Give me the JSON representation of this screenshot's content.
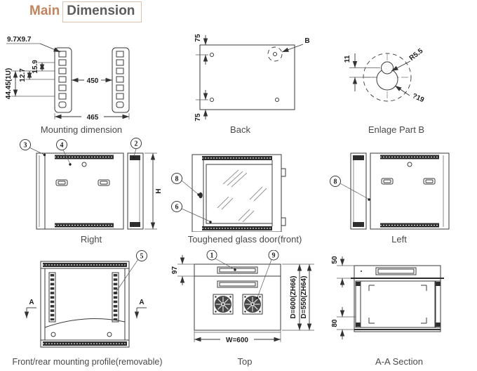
{
  "header": {
    "title_accent": "Main",
    "title_boxed": "Dimension"
  },
  "colors": {
    "accent_tan": "#c0845f",
    "title_gray": "#5c5c5c",
    "line": "#3a3a3a"
  },
  "icons": {
    "fan": "fan-icon",
    "lock": "lock-icon",
    "keyhole": "keyhole-icon"
  },
  "panels": {
    "mounting": {
      "caption": "Mounting dimension",
      "note_hole": "9.7X9.7",
      "dim_unit_height": "44.45(1U)",
      "dim_pitch_a": "12.7",
      "dim_pitch_b": "15.9",
      "dim_inner_width": "450",
      "dim_outer_width": "465"
    },
    "back": {
      "caption": "Back",
      "dim_top": "75",
      "dim_bottom": "75",
      "detail_label": "B"
    },
    "enlarge": {
      "caption": "Enlage Part B",
      "dim_offset": "11",
      "dim_radius": "R5.5",
      "dim_diameter": "?19"
    },
    "right": {
      "caption": "Right",
      "callout_3": "3",
      "callout_4": "4",
      "callout_2": "2",
      "dim_height": "H"
    },
    "glass_door": {
      "caption": "Toughened glass door(front)",
      "callout_8": "8",
      "callout_6": "6"
    },
    "left": {
      "caption": "Left",
      "callout_8": "8"
    },
    "profile": {
      "caption": "Front/rear mounting profile(removable)",
      "callout_5": "5",
      "section_mark_left": "A",
      "section_mark_right": "A"
    },
    "top": {
      "caption": "Top",
      "callout_1": "1",
      "callout_9": "9",
      "dim_front": "97",
      "dim_width": "W=600",
      "dim_depth_zh66": "D=600(ZH66)",
      "dim_depth_zh64": "D=550(ZH64)"
    },
    "section": {
      "caption": "A-A Section",
      "dim_top": "50",
      "dim_bottom": "80"
    }
  }
}
